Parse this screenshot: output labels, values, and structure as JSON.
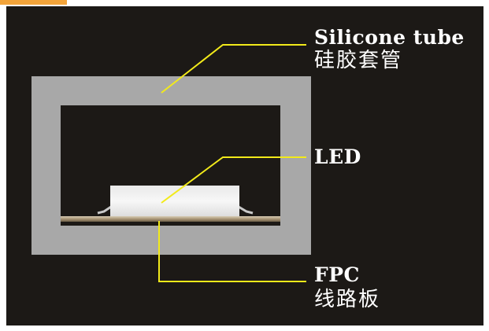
{
  "labels": {
    "silicone_en": "Silicone tube",
    "silicone_cn": "硅胶套管",
    "led_en": "LED",
    "fpc_en": "FPC",
    "fpc_cn": "线路板"
  },
  "colors": {
    "background": "#1c1916",
    "silicone": "#a8a8a8",
    "leader_line": "#f2ea1a",
    "led_body": "#f4f4f4",
    "fpc_strip": "#b6a48a"
  }
}
